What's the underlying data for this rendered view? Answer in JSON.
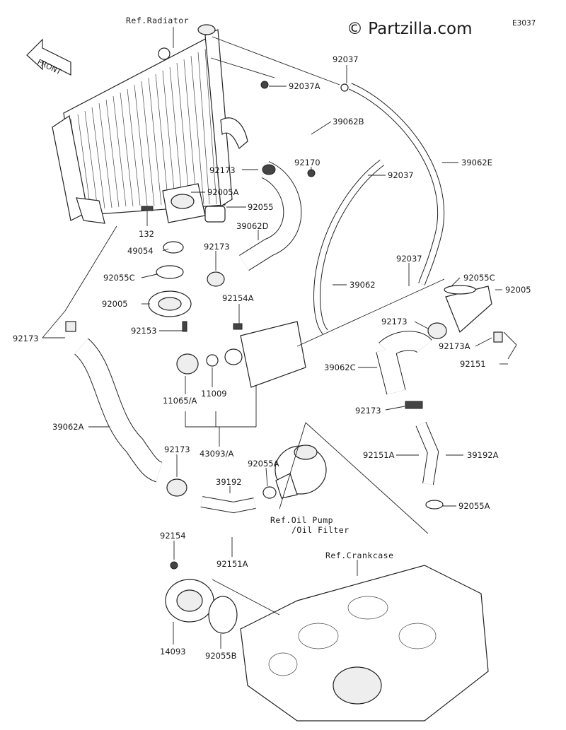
{
  "header": {
    "watermark": "© Partzilla.com",
    "diagram_code": "E3037",
    "front_label": "FRONT"
  },
  "references": {
    "radiator": "Ref.Radiator",
    "oil_pump_line1": "Ref.Oil Pump",
    "oil_pump_line2": "/Oil Filter",
    "crankcase": "Ref.Crankcase"
  },
  "parts": {
    "p92037_top": "92037",
    "p92037A": "92037A",
    "p39062B": "39062B",
    "p92173_a": "92173",
    "p92170": "92170",
    "p92037_mid": "92037",
    "p39062E": "39062E",
    "p92005A": "92005A",
    "p92055": "92055",
    "p132": "132",
    "p39062D": "39062D",
    "p49054": "49054",
    "p92173_b": "92173",
    "p92055C_l": "92055C",
    "p92037_r": "92037",
    "p92055C_r": "92055C",
    "p39062": "39062",
    "p92005_r": "92005",
    "p92005_l": "92005",
    "p92154A": "92154A",
    "p92173_c": "92173",
    "p92153": "92153",
    "p92173_d": "92173",
    "p92173A": "92173A",
    "p92151": "92151",
    "p39062C": "39062C",
    "p11065A": "11065/A",
    "p11009": "11009",
    "p92173_e": "92173",
    "p39062A": "39062A",
    "p43093A": "43093/A",
    "p92151A_r": "92151A",
    "p39192A": "39192A",
    "p92173_f": "92173",
    "p92055A_l": "92055A",
    "p39192": "39192",
    "p92055A_r": "92055A",
    "p92151A_b": "92151A",
    "p92154": "92154",
    "p14093": "14093",
    "p92055B": "92055B"
  }
}
